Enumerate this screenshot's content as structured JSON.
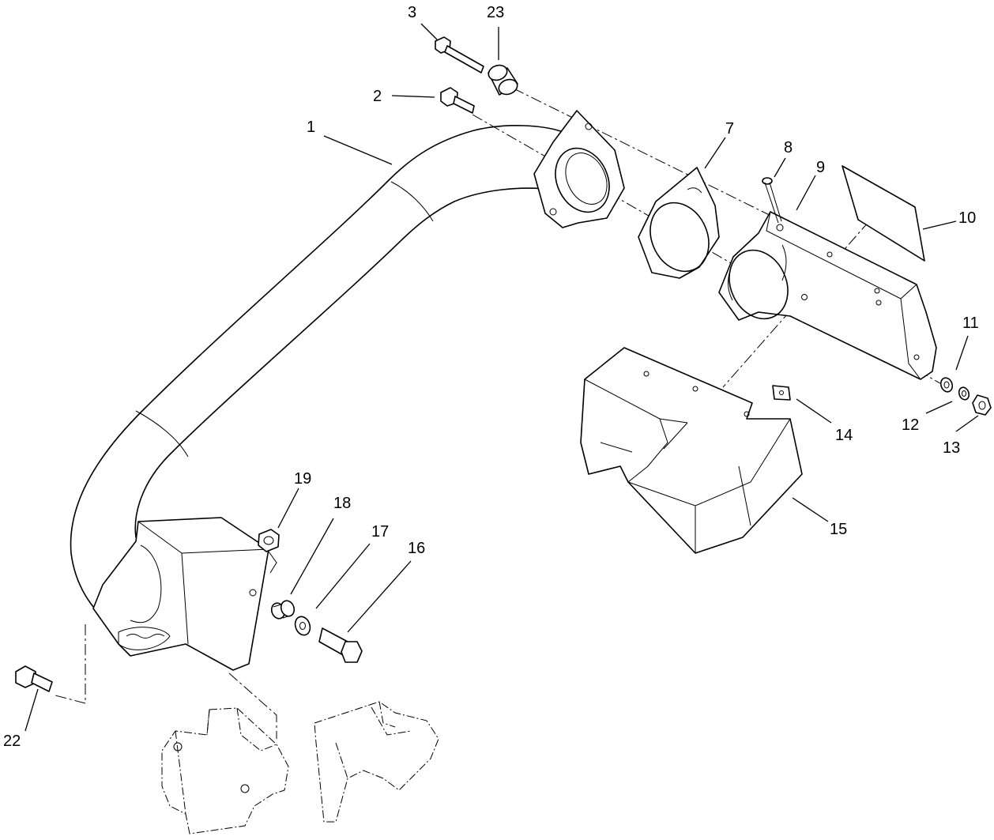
{
  "callouts": [
    {
      "id": "c1",
      "label": "1"
    },
    {
      "id": "c2",
      "label": "2"
    },
    {
      "id": "c3",
      "label": "3"
    },
    {
      "id": "c7",
      "label": "7"
    },
    {
      "id": "c8",
      "label": "8"
    },
    {
      "id": "c9",
      "label": "9"
    },
    {
      "id": "c10",
      "label": "10"
    },
    {
      "id": "c11",
      "label": "11"
    },
    {
      "id": "c12",
      "label": "12"
    },
    {
      "id": "c13",
      "label": "13"
    },
    {
      "id": "c14",
      "label": "14"
    },
    {
      "id": "c15",
      "label": "15"
    },
    {
      "id": "c16",
      "label": "16"
    },
    {
      "id": "c17",
      "label": "17"
    },
    {
      "id": "c18",
      "label": "18"
    },
    {
      "id": "c19",
      "label": "19"
    },
    {
      "id": "c22",
      "label": "22"
    },
    {
      "id": "c23",
      "label": "23"
    }
  ]
}
